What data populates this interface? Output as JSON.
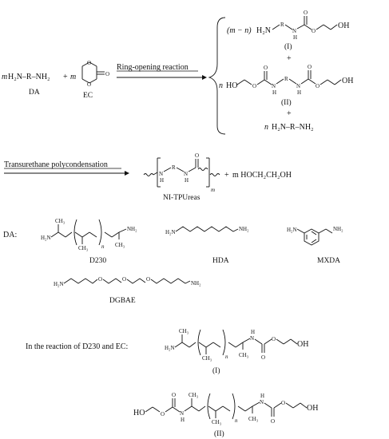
{
  "reaction": {
    "m": "m",
    "n": "n",
    "m_minus_n": "(m − n)",
    "plus": "+",
    "diamine_formula": "H₂N–R–NH₂",
    "da_label": "DA",
    "ec_label": "EC",
    "ring_opening": "Ring-opening reaction",
    "prod1_label": "(I)",
    "prod2_label": "(II)",
    "ho": "HO",
    "oh": "OH",
    "o": "O",
    "h": "H",
    "n_atom": "N",
    "r": "R",
    "h2n": "H₂N",
    "h2n_r_nh2": "H₂N–R–NH₂"
  },
  "polycondensation": {
    "label": "Transurethane polycondensation",
    "product_label": "NI-TPUreas",
    "subscript_m": "m",
    "byproduct": "m HOCH₂CH₂OH"
  },
  "diamines": {
    "heading": "DA:",
    "items": [
      {
        "name": "D230"
      },
      {
        "name": "HDA"
      },
      {
        "name": "MXDA"
      },
      {
        "name": "DGBAE"
      }
    ],
    "nh2": "NH₂",
    "h2n": "H₂N",
    "ch3": "CH₃"
  },
  "d230_reaction": {
    "heading": "In the reaction of D230 and EC:",
    "label_i": "(I)",
    "label_ii": "(II)"
  }
}
